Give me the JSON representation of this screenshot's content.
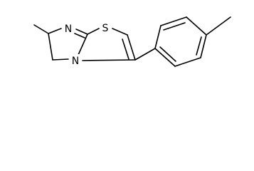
{
  "structure": {
    "atoms": {
      "nitrogen_imine": "N",
      "sulfur": "S",
      "nitrogen_ring": "N"
    }
  },
  "colors": {
    "bond": "#000000",
    "background": "#ffffff"
  }
}
